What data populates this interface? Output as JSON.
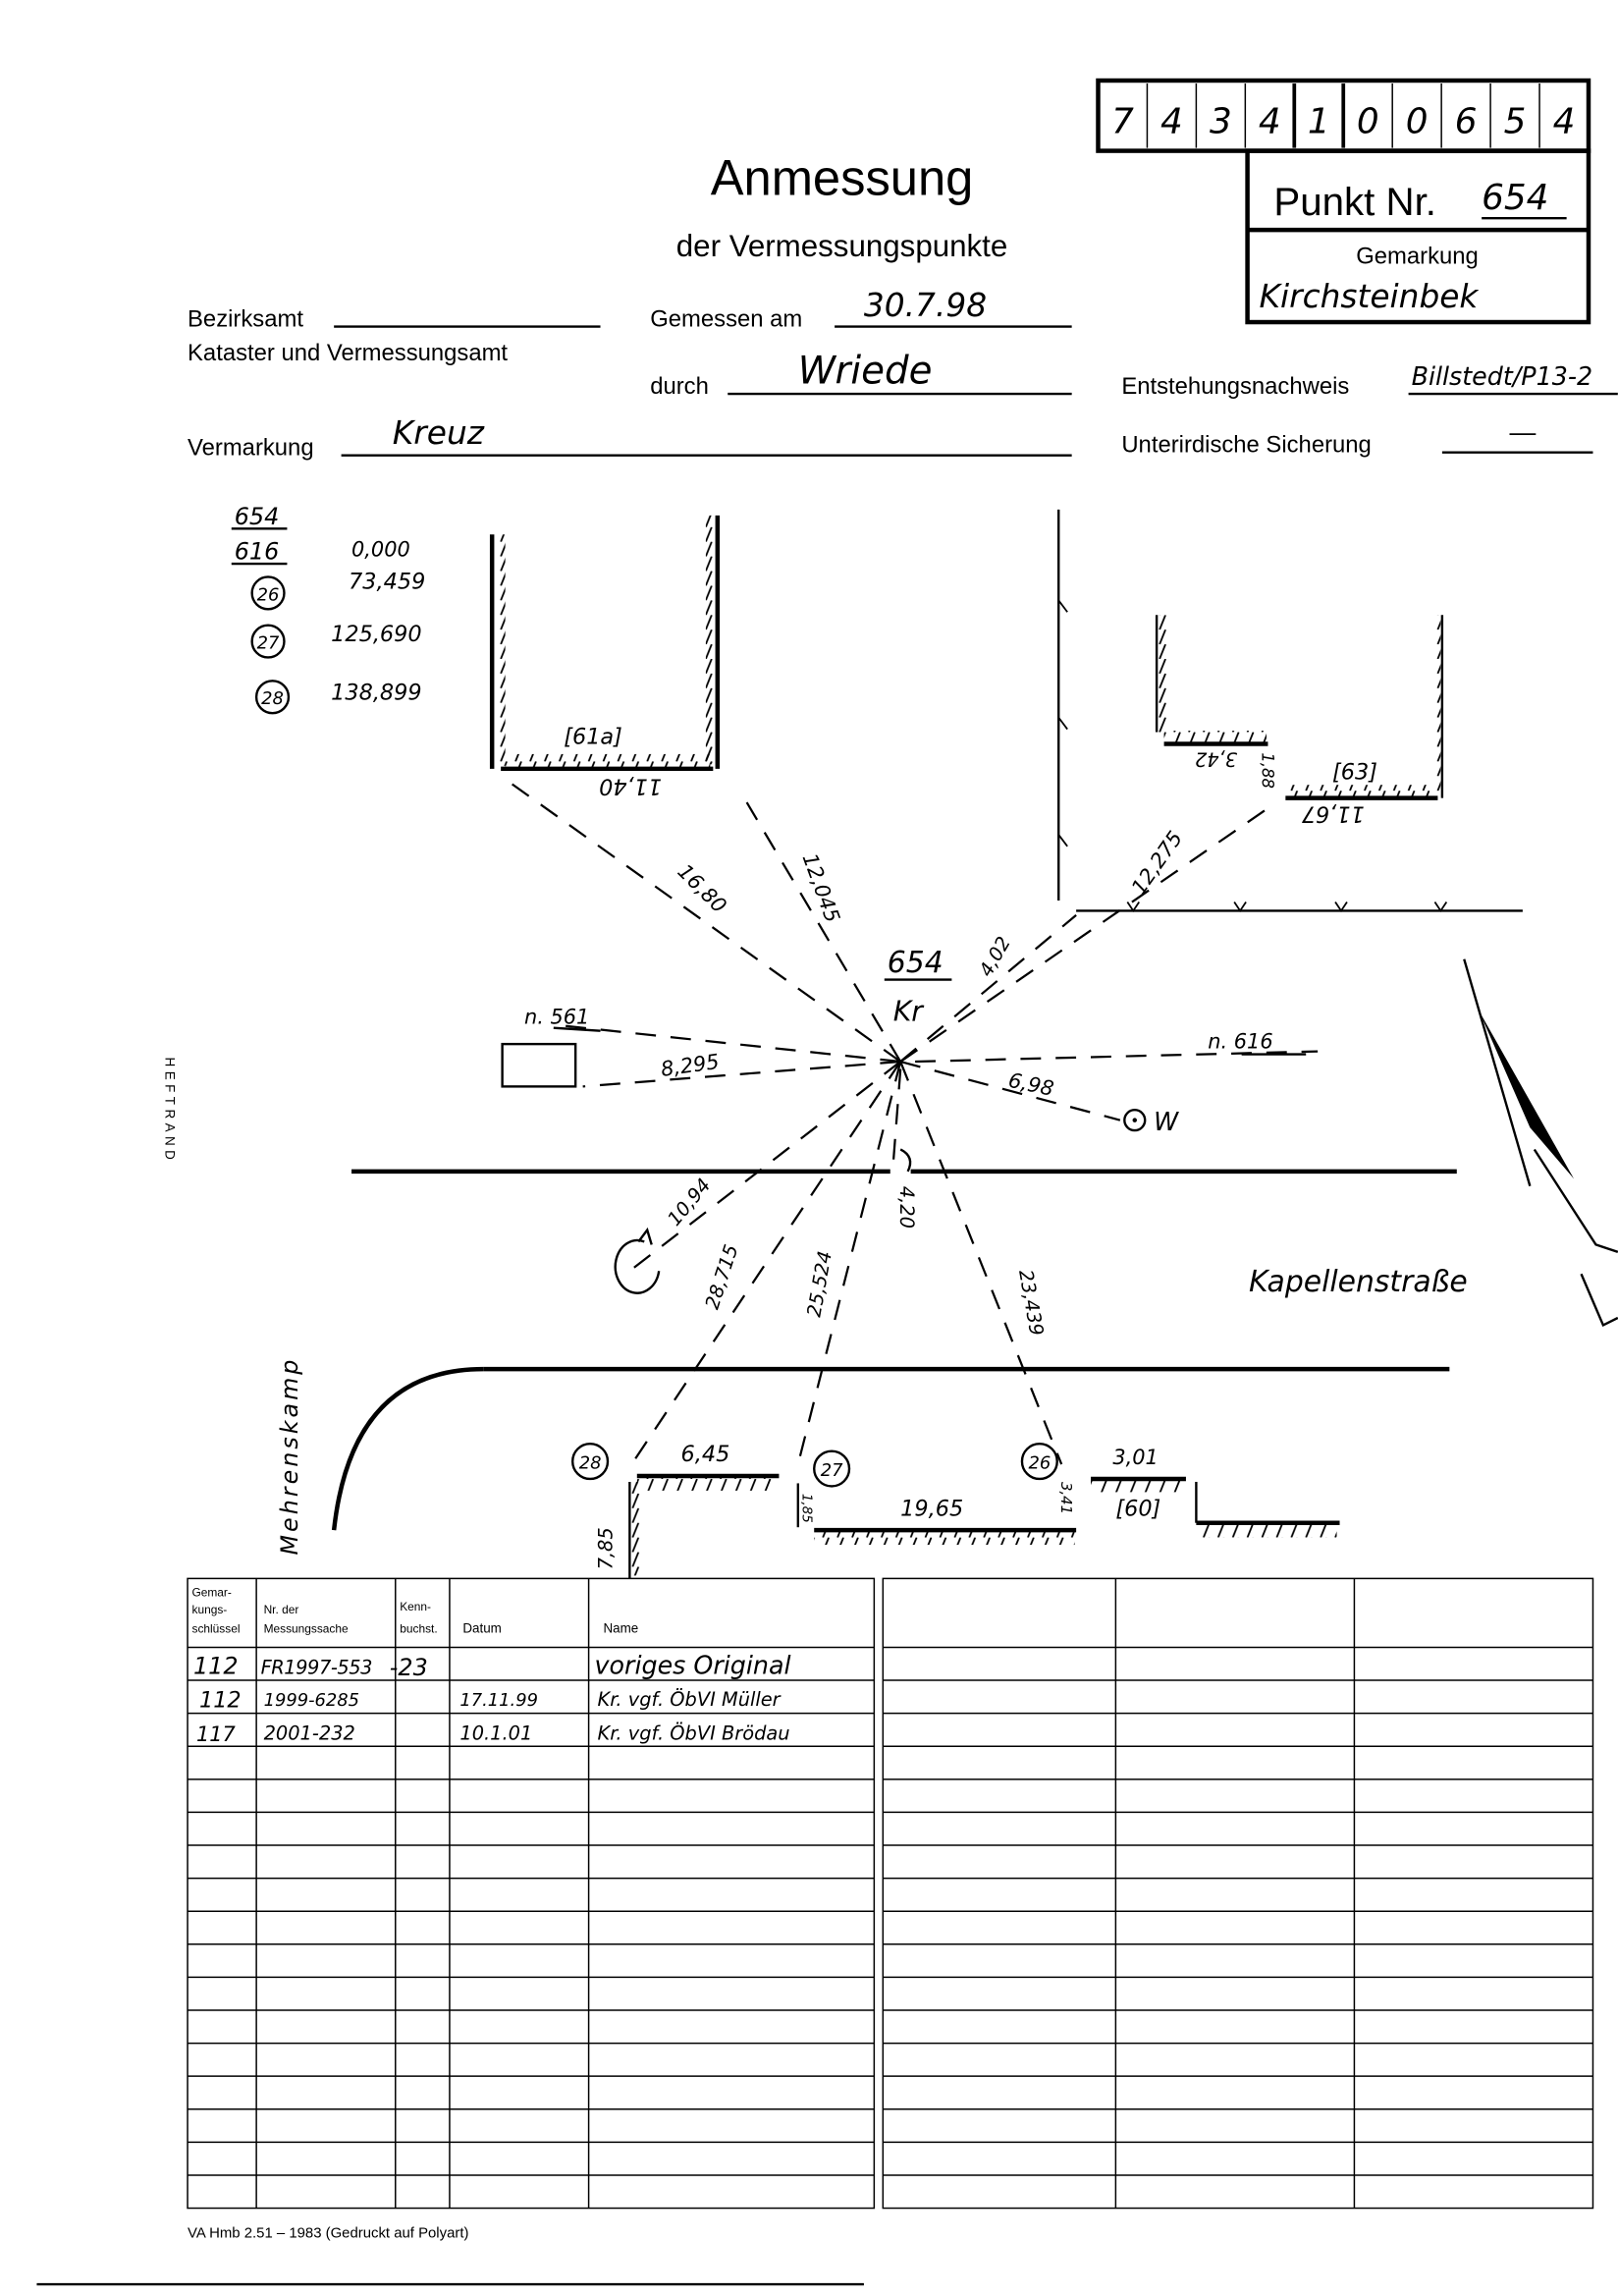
{
  "header": {
    "number_cells": [
      "7",
      "4",
      "3",
      "4",
      "1",
      "0",
      "0",
      "6",
      "5",
      "4"
    ],
    "title": "Anmessung",
    "subtitle": "der Vermessungspunkte",
    "punkt_label": "Punkt Nr.",
    "punkt_value": "654",
    "gemarkung_label": "Gemarkung",
    "gemarkung_value": "Kirchsteinbek"
  },
  "form": {
    "bezirksamt_label": "Bezirksamt",
    "kataster_label": "Kataster und Vermessungsamt",
    "gemessen_label": "Gemessen am",
    "gemessen_value": "30.7.98",
    "durch_label": "durch",
    "durch_value": "Wriede",
    "entstehung_label": "Entstehungsnachweis",
    "entstehung_value": "Billstedt/P13-2",
    "vermarkung_label": "Vermarkung",
    "vermarkung_value": "Kreuz",
    "sicherung_label": "Unterirdische Sicherung",
    "sicherung_value": "—"
  },
  "margin_label": "HEFTRAND",
  "sketch": {
    "coord_list": {
      "p654": "654",
      "p616": "616",
      "v616": "0,000",
      "c26": "26",
      "v26": "73,459",
      "c27": "27",
      "v27": "125,690",
      "c28": "28",
      "v28": "138,899"
    },
    "building_61a": "[61a]",
    "m_1140": "11,40",
    "building_63": "[63]",
    "m_342": "3,42",
    "m_188": "1,88",
    "m_1167": "11,67",
    "m_1680": "16,80",
    "m_12045": "12,045",
    "m_402": "4,02",
    "m_12275": "12,275",
    "point_no": "654",
    "point_type": "Kr",
    "n561": "n. 561",
    "m_8295": "8,295",
    "n616": "n. 616",
    "m_698": "6,98",
    "w_label": "W",
    "m_1094": "10,94",
    "m_28715": "28,715",
    "m_25524": "25,524",
    "m_420": "4,20",
    "m_23439": "23,439",
    "street_1": "Kapellenstraße",
    "street_2": "Mehrenskamp",
    "c28": "28",
    "c27": "27",
    "c26": "26",
    "m_645": "6,45",
    "m_785": "7,85",
    "m_185": "1,85",
    "m_1965": "19,65",
    "m_341": "3,41",
    "m_301": "3,01",
    "building_60": "[60]"
  },
  "table": {
    "headers": [
      "Gemar-kungs-schlüssel",
      "Nr. der Messungssache",
      "Kenn-buchst.",
      "Datum",
      "Name"
    ],
    "header_lines": {
      "h0": [
        "Gemar-",
        "kungs-",
        "schlüssel"
      ],
      "h1": [
        "Nr. der",
        "Messungssache"
      ],
      "h2": [
        "Kenn-",
        "buchst."
      ]
    },
    "rows": [
      {
        "schluessel": "112",
        "nr": "FR1997-553",
        "kenn": "-23",
        "datum": "",
        "name": "voriges Original"
      },
      {
        "schluessel": "112",
        "nr": "1999-6285",
        "kenn": "",
        "datum": "17.11.99",
        "name": "Kr. vgf. ÖbVI Müller"
      },
      {
        "schluessel": "117",
        "nr": "2001-232",
        "kenn": "",
        "datum": "10.1.01",
        "name": "Kr. vgf. ÖbVI Brödau"
      }
    ]
  },
  "footer": "VA Hmb 2.51 – 1983 (Gedruckt auf Polyart)"
}
